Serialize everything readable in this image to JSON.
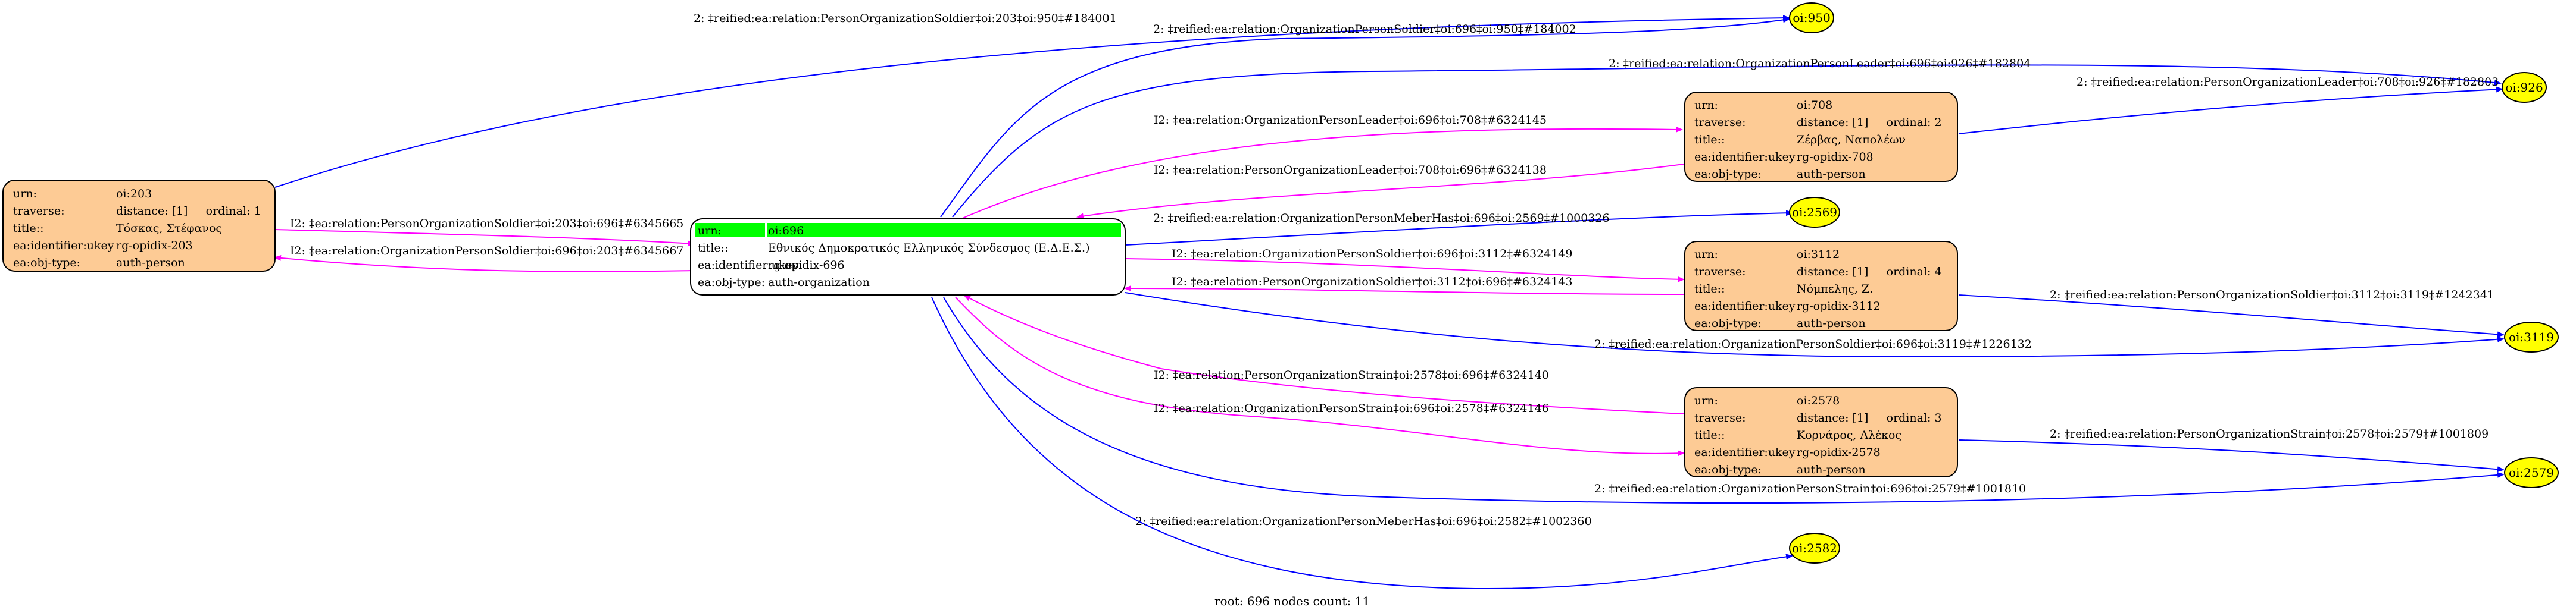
{
  "colors": {
    "person_fill": "#fdcb95",
    "org_fill": "#ffffff",
    "root_highlight": "#00ff00",
    "ellipse_fill": "#ffff00",
    "interrelation_edge": "#ff00ff",
    "reified_edge": "#0000ff"
  },
  "footer": "root: 696 nodes count: 11",
  "nodes": {
    "n203": {
      "rows": [
        [
          "urn:",
          "oi:203"
        ],
        [
          "traverse:",
          "distance: [1]     ordinal: 1"
        ],
        [
          "title::",
          "Τόσκας, Στέφανος"
        ],
        [
          "ea:identifier:ukey",
          "rg-opidix-203"
        ],
        [
          "ea:obj-type:",
          "auth-person"
        ]
      ]
    },
    "n696": {
      "rows": [
        [
          "urn:",
          "oi:696"
        ],
        [
          "title::",
          "Εθνικός Δημοκρατικός Ελληνικός Σύνδεσμος (Ε.Δ.Ε.Σ.)"
        ],
        [
          "ea:identifier:ukey",
          "rg-opidix-696"
        ],
        [
          "ea:obj-type:",
          "auth-organization"
        ]
      ]
    },
    "n708": {
      "rows": [
        [
          "urn:",
          "oi:708"
        ],
        [
          "traverse:",
          "distance: [1]     ordinal: 2"
        ],
        [
          "title::",
          "Ζέρβας, Ναπολέων"
        ],
        [
          "ea:identifier:ukey",
          "rg-opidix-708"
        ],
        [
          "ea:obj-type:",
          "auth-person"
        ]
      ]
    },
    "n3112": {
      "rows": [
        [
          "urn:",
          "oi:3112"
        ],
        [
          "traverse:",
          "distance: [1]     ordinal: 4"
        ],
        [
          "title::",
          "Νόμπελης, Ζ."
        ],
        [
          "ea:identifier:ukey",
          "rg-opidix-3112"
        ],
        [
          "ea:obj-type:",
          "auth-person"
        ]
      ]
    },
    "n2578": {
      "rows": [
        [
          "urn:",
          "oi:2578"
        ],
        [
          "traverse:",
          "distance: [1]     ordinal: 3"
        ],
        [
          "title::",
          "Κορνάρος, Αλέκος"
        ],
        [
          "ea:identifier:ukey",
          "rg-opidix-2578"
        ],
        [
          "ea:obj-type:",
          "auth-person"
        ]
      ]
    }
  },
  "ellipses": {
    "e950": "oi:950",
    "e926": "oi:926",
    "e2569": "oi:2569",
    "e3119": "oi:3119",
    "e2579": "oi:2579",
    "e2582": "oi:2582"
  },
  "edges": {
    "e203_950": "2: ‡reified:ea:relation:PersonOrganizationSoldier‡oi:203‡oi:950‡#184001",
    "e696_950": "2: ‡reified:ea:relation:OrganizationPersonSoldier‡oi:696‡oi:950‡#184002",
    "e696_926": "2: ‡reified:ea:relation:OrganizationPersonLeader‡oi:696‡oi:926‡#182804",
    "e708_926": "2: ‡reified:ea:relation:PersonOrganizationLeader‡oi:708‡oi:926‡#182803",
    "e696_708": "I2: ‡ea:relation:OrganizationPersonLeader‡oi:696‡oi:708‡#6324145",
    "e708_696": "I2: ‡ea:relation:PersonOrganizationLeader‡oi:708‡oi:696‡#6324138",
    "e203_696": "I2: ‡ea:relation:PersonOrganizationSoldier‡oi:203‡oi:696‡#6345665",
    "e696_203": "I2: ‡ea:relation:OrganizationPersonSoldier‡oi:696‡oi:203‡#6345667",
    "e696_2569": "2: ‡reified:ea:relation:OrganizationPersonMeberHas‡oi:696‡oi:2569‡#1000326",
    "e696_3112": "I2: ‡ea:relation:OrganizationPersonSoldier‡oi:696‡oi:3112‡#6324149",
    "e3112_696": "I2: ‡ea:relation:PersonOrganizationSoldier‡oi:3112‡oi:696‡#6324143",
    "e3112_3119": "2: ‡reified:ea:relation:PersonOrganizationSoldier‡oi:3112‡oi:3119‡#1242341",
    "e696_3119": "2: ‡reified:ea:relation:OrganizationPersonSoldier‡oi:696‡oi:3119‡#1226132",
    "e2578_696": "I2: ‡ea:relation:PersonOrganizationStrain‡oi:2578‡oi:696‡#6324140",
    "e696_2578": "I2: ‡ea:relation:OrganizationPersonStrain‡oi:696‡oi:2578‡#6324146",
    "e2578_2579": "2: ‡reified:ea:relation:PersonOrganizationStrain‡oi:2578‡oi:2579‡#1001809",
    "e696_2579": "2: ‡reified:ea:relation:OrganizationPersonStrain‡oi:696‡oi:2579‡#1001810",
    "e696_2582": "2: ‡reified:ea:relation:OrganizationPersonMeberHas‡oi:696‡oi:2582‡#1002360"
  }
}
